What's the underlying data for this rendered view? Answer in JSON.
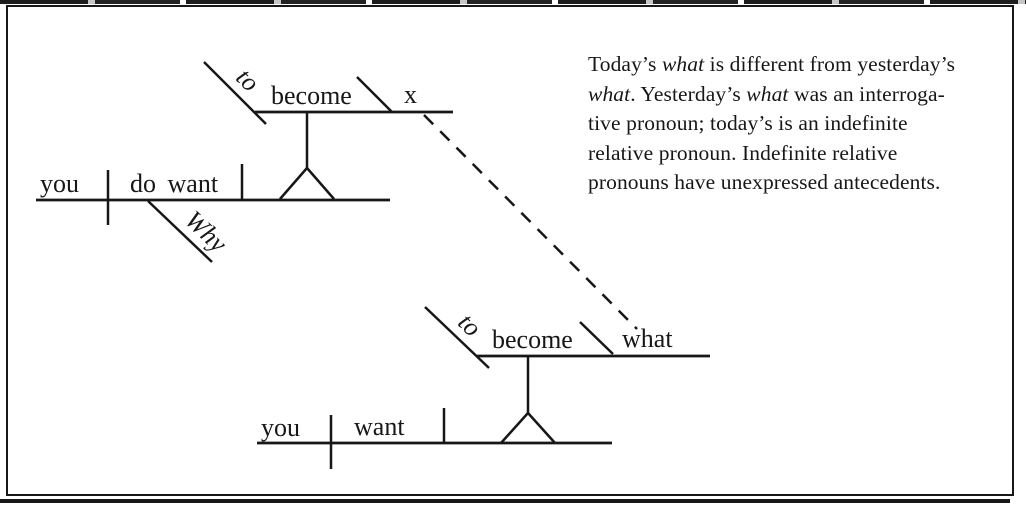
{
  "note": {
    "lines": [
      {
        "segments": [
          {
            "text": "Today’s ",
            "italic": false
          },
          {
            "text": "what",
            "italic": true
          },
          {
            "text": " is different from yesterday’s",
            "italic": false
          }
        ]
      },
      {
        "segments": [
          {
            "text": "what",
            "italic": true
          },
          {
            "text": ". Yesterday’s ",
            "italic": false
          },
          {
            "text": "what",
            "italic": true
          },
          {
            "text": " was an interroga-",
            "italic": false
          }
        ]
      },
      {
        "segments": [
          {
            "text": "tive pronoun; today’s is an indefinite",
            "italic": false
          }
        ]
      },
      {
        "segments": [
          {
            "text": "relative pronoun. Indefinite relative",
            "italic": false
          }
        ]
      },
      {
        "segments": [
          {
            "text": "pronouns have unexpressed antecedents.",
            "italic": false
          }
        ]
      }
    ]
  },
  "diagram_top": {
    "subject": "you",
    "verb": "do want",
    "adverb": "Why",
    "infinitive_marker": "to",
    "infinitive_verb": "become",
    "complement": "x"
  },
  "diagram_bottom": {
    "subject": "you",
    "verb": "want",
    "infinitive_marker": "to",
    "infinitive_verb": "become",
    "complement": "what"
  },
  "colors": {
    "ink": "#171717",
    "paper": "#ffffff"
  }
}
